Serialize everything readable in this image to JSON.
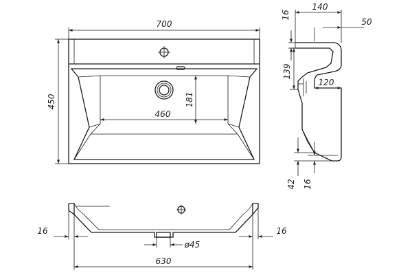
{
  "colors": {
    "line": "#1a1a1a",
    "background": "#ffffff"
  },
  "top_view": {
    "overall_width": "700",
    "overall_depth": "450",
    "bowl_width": "460",
    "bowl_depth": "181"
  },
  "side_view": {
    "top_width": "140",
    "rim_thickness_top": "16",
    "rim_offset": "50",
    "bowl_height": "139",
    "drain_offset": "120",
    "bottom_height": "42",
    "bottom_rim": "16"
  },
  "front_view": {
    "left_rim": "16",
    "right_rim": "16",
    "drain_diameter": "ø45",
    "bottom_width": "630"
  }
}
